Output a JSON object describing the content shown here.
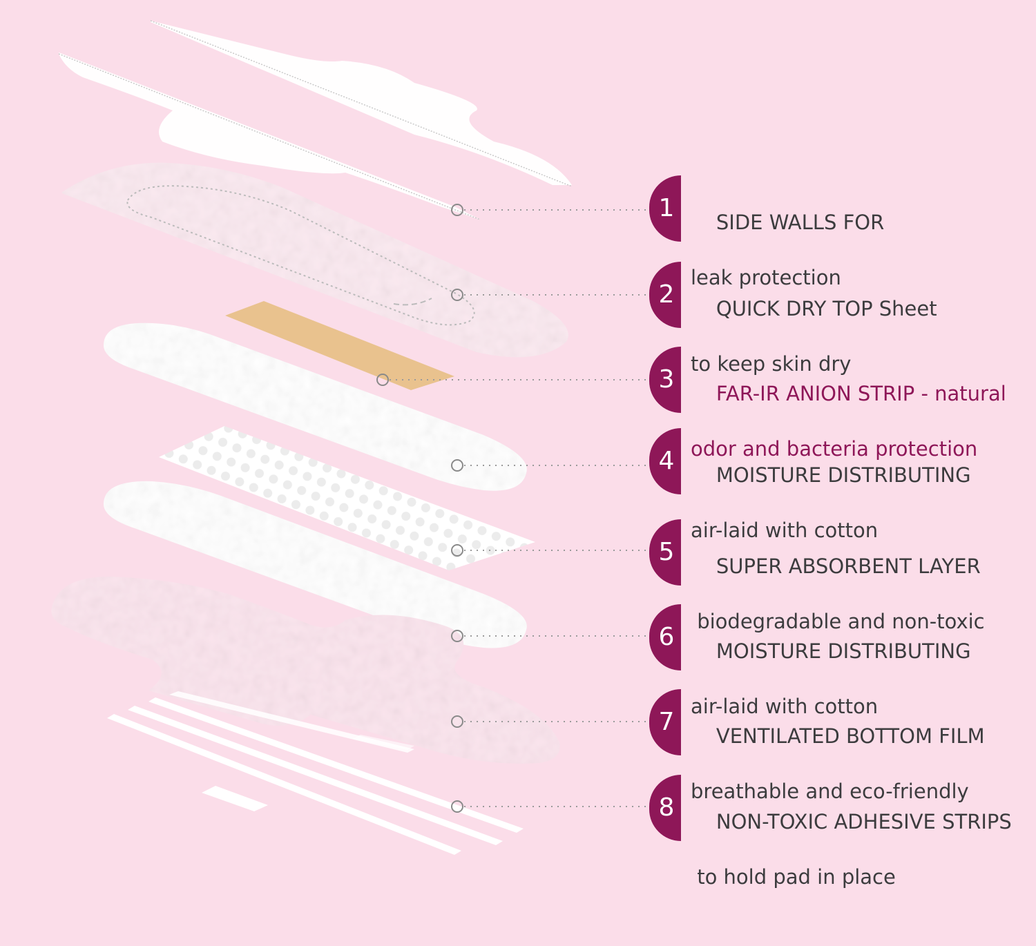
{
  "colors": {
    "background": "#fbdde9",
    "accent": "#8e1758",
    "text": "#3c3c3e",
    "strip": "#e9c28e",
    "layer": "#ffffff"
  },
  "layers": [
    {
      "number": "1",
      "line1": "SIDE WALLS FOR",
      "line2": "leak protection",
      "highlight": false
    },
    {
      "number": "2",
      "line1": "QUICK DRY TOP Sheet",
      "line2": "to keep skin dry",
      "highlight": false
    },
    {
      "number": "3",
      "line1": "FAR-IR ANION STRIP - natural",
      "line2": "odor and bacteria protection",
      "highlight": true
    },
    {
      "number": "4",
      "line1": "MOISTURE DISTRIBUTING",
      "line2": "air-laid with cotton",
      "highlight": false
    },
    {
      "number": "5",
      "line1": "SUPER ABSORBENT LAYER",
      "line2": " biodegradable and non-toxic",
      "highlight": false
    },
    {
      "number": "6",
      "line1": "MOISTURE DISTRIBUTING",
      "line2": "air-laid with cotton",
      "highlight": false
    },
    {
      "number": "7",
      "line1": "VENTILATED BOTTOM FILM",
      "line2": "breathable and eco-friendly",
      "highlight": false
    },
    {
      "number": "8",
      "line1": "NON-TOXIC ADHESIVE STRIPS",
      "line2": " to hold pad in place",
      "highlight": false
    }
  ]
}
